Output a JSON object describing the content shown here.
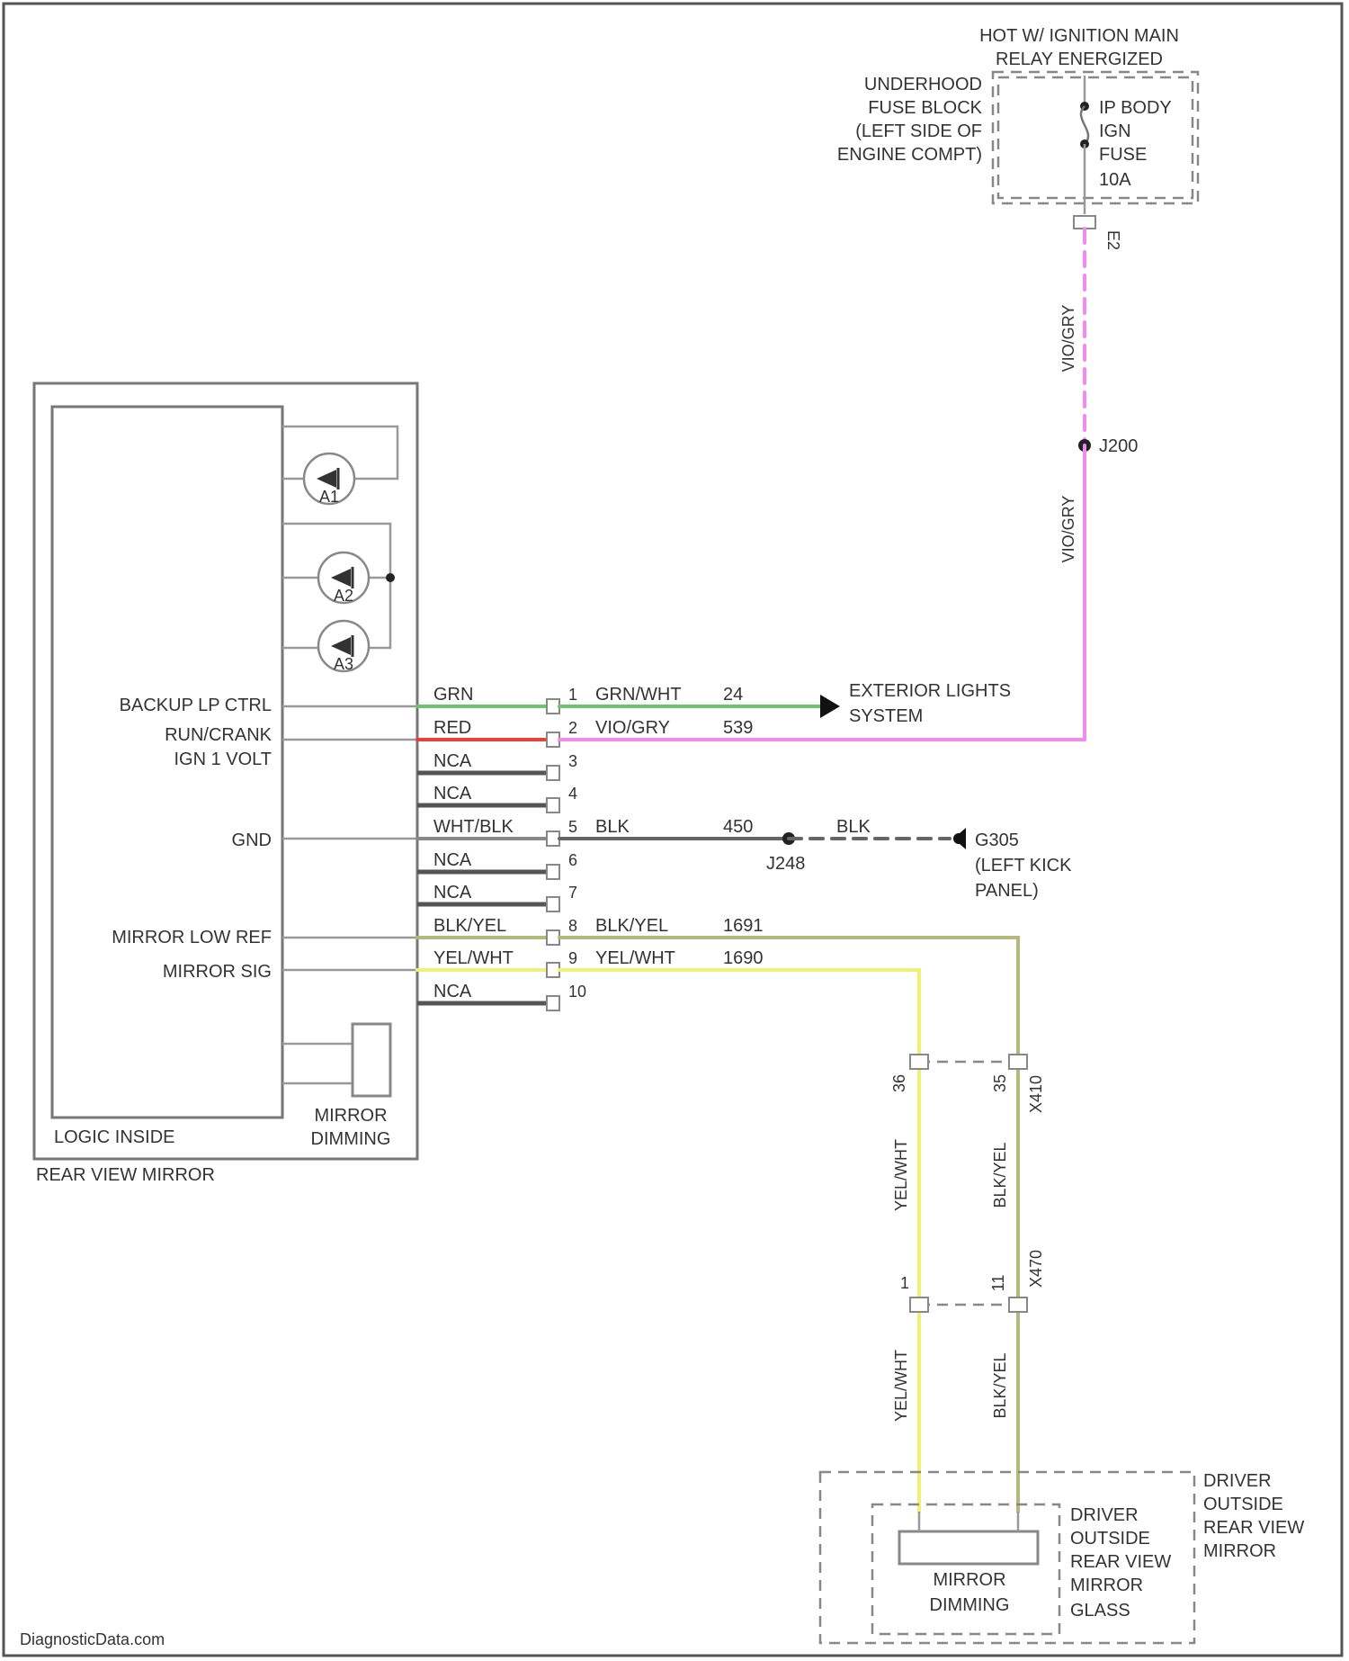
{
  "colors": {
    "grn": "#6cc46c",
    "red": "#e8413a",
    "vio_gry": "#f08cf0",
    "blk": "#666666",
    "blk_yel": "#b5b878",
    "yel_wht": "#eef07a",
    "nca": "#555555"
  },
  "power": {
    "header_line1": "HOT W/ IGNITION MAIN",
    "header_line2": "RELAY ENERGIZED",
    "fuse_block_lines": [
      "UNDERHOOD",
      "FUSE BLOCK",
      "(LEFT SIDE OF",
      "ENGINE COMPT)"
    ],
    "fuse_lines": [
      "IP BODY",
      "IGN",
      "FUSE",
      "10A"
    ],
    "fuse_pin": "E2",
    "wire_label_upper": "VIO/GRY",
    "splice_label": "J200",
    "wire_label_lower": "VIO/GRY"
  },
  "mirror_module": {
    "label": "REAR VIEW MIRROR",
    "logic_label": "LOGIC INSIDE",
    "dimming_label_line1": "MIRROR",
    "dimming_label_line2": "DIMMING",
    "sensor_labels": [
      "A1",
      "A2",
      "A3"
    ],
    "functions": {
      "backup": "BACKUP LP CTRL",
      "run_crank_line1": "RUN/CRANK",
      "run_crank_line2": "IGN 1 VOLT",
      "gnd": "GND",
      "low_ref": "MIRROR LOW REF",
      "sig": "MIRROR SIG"
    }
  },
  "pins": [
    {
      "num": "1",
      "inside": "GRN",
      "outside": "GRN/WHT",
      "circuit": "24"
    },
    {
      "num": "2",
      "inside": "RED",
      "outside": "VIO/GRY",
      "circuit": "539"
    },
    {
      "num": "3",
      "inside": "NCA",
      "outside": "",
      "circuit": ""
    },
    {
      "num": "4",
      "inside": "NCA",
      "outside": "",
      "circuit": ""
    },
    {
      "num": "5",
      "inside": "WHT/BLK",
      "outside": "BLK",
      "circuit": "450"
    },
    {
      "num": "6",
      "inside": "NCA",
      "outside": "",
      "circuit": ""
    },
    {
      "num": "7",
      "inside": "NCA",
      "outside": "",
      "circuit": ""
    },
    {
      "num": "8",
      "inside": "BLK/YEL",
      "outside": "BLK/YEL",
      "circuit": "1691"
    },
    {
      "num": "9",
      "inside": "YEL/WHT",
      "outside": "YEL/WHT",
      "circuit": "1690"
    },
    {
      "num": "10",
      "inside": "NCA",
      "outside": "",
      "circuit": ""
    }
  ],
  "exterior": {
    "line1": "EXTERIOR LIGHTS",
    "line2": "SYSTEM"
  },
  "ground": {
    "splice": "J248",
    "wire": "BLK",
    "point_line1": "G305",
    "point_line2": "(LEFT KICK",
    "point_line3": "PANEL)"
  },
  "connectors": {
    "upper_pin_left": "36",
    "upper_pin_right": "35",
    "upper_name": "X410",
    "lower_pin_left": "1",
    "lower_pin_right": "11",
    "lower_name": "X470"
  },
  "vertical_wires": {
    "left": "YEL/WHT",
    "right": "BLK/YEL"
  },
  "driver_mirror": {
    "outer_lines": [
      "DRIVER",
      "OUTSIDE",
      "REAR VIEW",
      "MIRROR"
    ],
    "glass_lines": [
      "DRIVER",
      "OUTSIDE",
      "REAR VIEW",
      "MIRROR",
      "GLASS"
    ],
    "element_line1": "MIRROR",
    "element_line2": "DIMMING"
  },
  "watermark": "DiagnosticData.com"
}
